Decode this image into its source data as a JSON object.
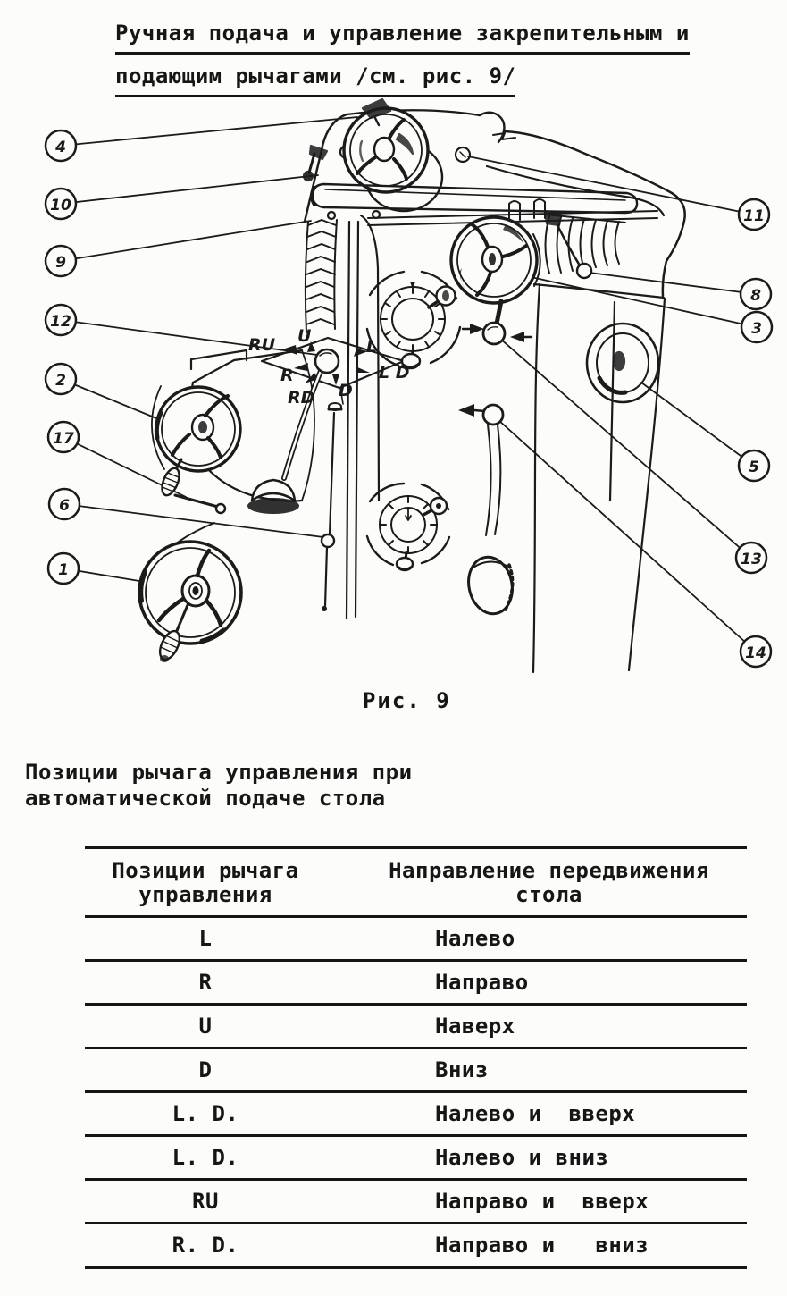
{
  "page": {
    "title_line1": "Ручная подача и управление закрепительным и",
    "title_line2": "подающим рычагами /см. рис. 9/"
  },
  "figure": {
    "caption": "Рис. 9",
    "callouts": {
      "c4": "4",
      "c10": "10",
      "c9": "9",
      "c12": "12",
      "c2": "2",
      "c17": "17",
      "c6": "6",
      "c1": "1",
      "c11": "11",
      "c8": "8",
      "c3": "3",
      "c5": "5",
      "c13": "13",
      "c14": "14"
    },
    "position_labels": {
      "ru": "RU",
      "u": "U",
      "l": "L",
      "r": "R",
      "rd": "RD",
      "d": "D",
      "ld": "L D"
    }
  },
  "section": {
    "heading_line1": "Позиции рычага управления при",
    "heading_line2": "автоматической подаче стола"
  },
  "table": {
    "col1_header_line1": "Позиции рычага",
    "col1_header_line2": "управления",
    "col2_header_line1": "Направление передвижения",
    "col2_header_line2": "стола",
    "rows": [
      {
        "position": "L",
        "direction": "Налево"
      },
      {
        "position": "R",
        "direction": "Направо"
      },
      {
        "position": "U",
        "direction": "Наверх"
      },
      {
        "position": "D",
        "direction": "Вниз"
      },
      {
        "position": "L. D.",
        "direction": "Налево и  вверх"
      },
      {
        "position": "L. D.",
        "direction": "Налево и вниз"
      },
      {
        "position": "RU",
        "direction": "Направо и  вверх"
      },
      {
        "position": "R. D.",
        "direction": "Направо и   вниз"
      }
    ]
  }
}
